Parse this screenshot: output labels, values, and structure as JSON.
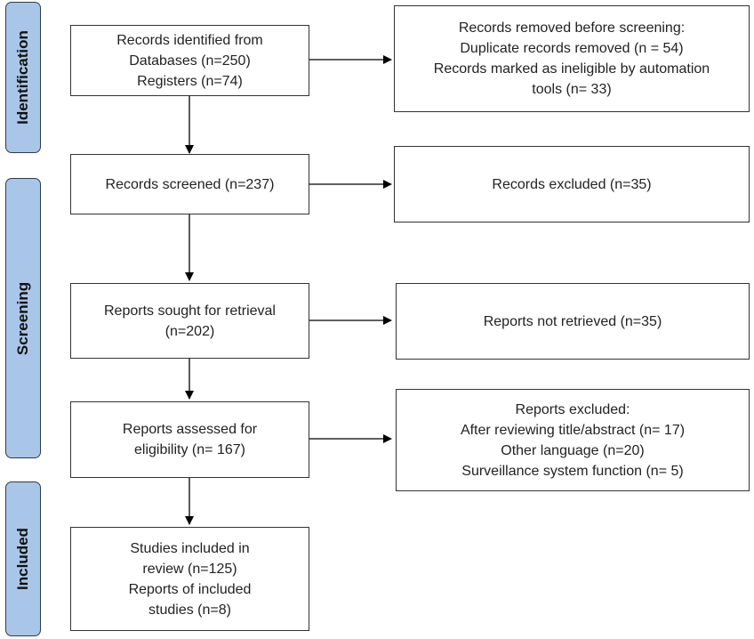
{
  "phases": {
    "identification": "Identification",
    "screening": "Screening",
    "included": "Included"
  },
  "boxes": {
    "identified": [
      "Records identified from",
      "Databases (n=250)",
      "Registers (n=74)"
    ],
    "removed": [
      "Records removed before screening:",
      "Duplicate records removed (n = 54)",
      "Records marked as ineligible by automation",
      "tools (n= 33)"
    ],
    "screened": [
      "Records screened (n=237)"
    ],
    "excluded": [
      "Records excluded (n=35)"
    ],
    "sought": [
      "Reports sought for retrieval",
      "(n=202)"
    ],
    "not_retrieved": [
      "Reports not retrieved (n=35)"
    ],
    "assessed": [
      "Reports assessed for",
      "eligibility (n= 167)"
    ],
    "reports_excluded": [
      "Reports excluded:",
      "After reviewing title/abstract (n= 17)",
      "Other language (n=20)",
      "Surveillance system function (n= 5)"
    ],
    "included": [
      "Studies included in",
      "review (n=125)",
      "Reports of included",
      "studies (n=8)"
    ]
  }
}
